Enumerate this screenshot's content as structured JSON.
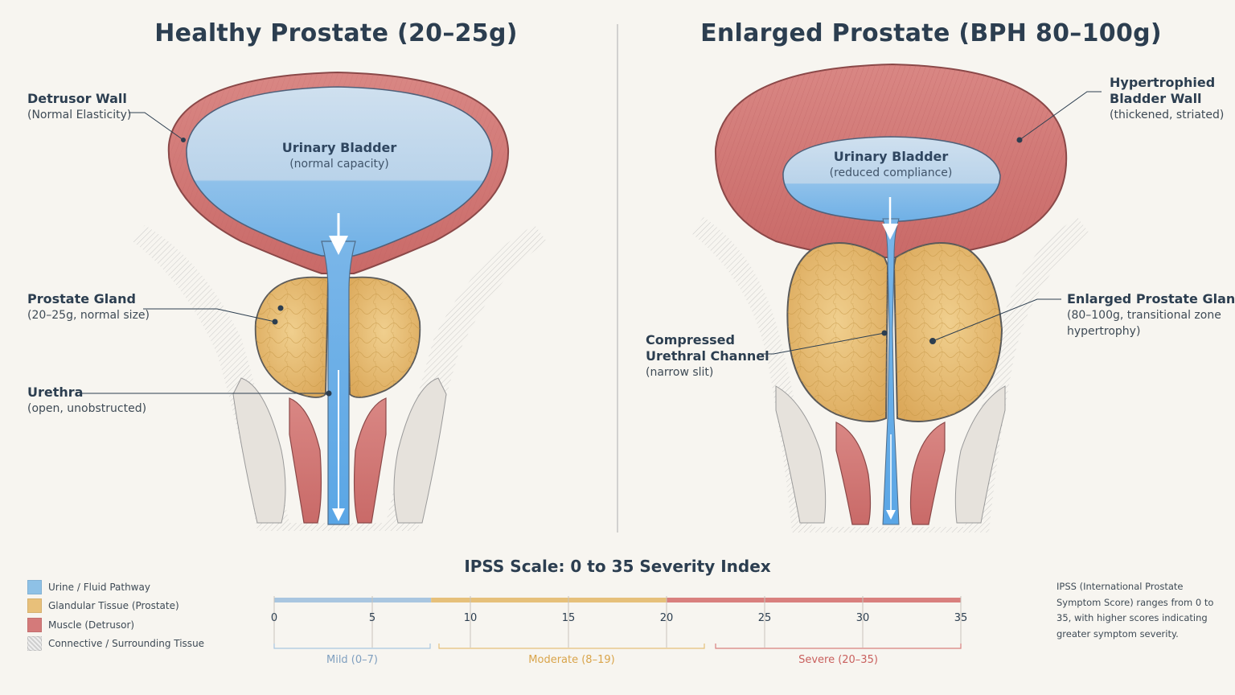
{
  "left_panel": {
    "title": "Healthy Prostate (20–25g)",
    "bladder_label": "Urinary Bladder",
    "bladder_sub": "(normal capacity)",
    "labels": [
      {
        "title": "Detrusor Wall",
        "sub": "(Normal Elasticity)"
      },
      {
        "title": "Prostate Gland",
        "sub": "(20–25g, normal size)"
      },
      {
        "title": "Urethra",
        "sub": "(open, unobstructed)"
      }
    ]
  },
  "right_panel": {
    "title": "Enlarged Prostate (BPH 80–100g)",
    "bladder_label": "Urinary Bladder",
    "bladder_sub": "(reduced compliance)",
    "wall_label": {
      "title_line1": "Hypertrophied",
      "title_line2": "Bladder Wall",
      "sub": "(thickened, striated)"
    },
    "gland_label": {
      "title": "Enlarged Prostate Gland",
      "sub_line1": "(80–100g, transitional zone",
      "sub_line2": "hypertrophy)"
    },
    "channel_label": {
      "title_line1": "Compressed",
      "title_line2": "Urethral Channel",
      "sub": "(narrow slit)"
    }
  },
  "legend": [
    {
      "label": "Urine / Fluid Pathway",
      "color": "#8ec1e6"
    },
    {
      "label": "Glandular Tissue (Prostate)",
      "color": "#e8c07a"
    },
    {
      "label": "Muscle (Detrusor)",
      "color": "#d47a7a"
    },
    {
      "label": "Connective / Surrounding Tissue",
      "color": "#cfcfcf"
    }
  ],
  "scale": {
    "title": "IPSS Scale: 0 to 35 Severity Index",
    "min": 0,
    "max": 35,
    "ticks": [
      0,
      5,
      10,
      15,
      20,
      25,
      30,
      35
    ],
    "bands": [
      {
        "label": "Mild (0–7)",
        "from": 0,
        "to": 8,
        "color": "#a9c6e0",
        "text_color": "#7f9fbf"
      },
      {
        "label": "Moderate (8–19)",
        "from": 8,
        "to": 20,
        "color": "#e6c07a",
        "text_color": "#d9a44a"
      },
      {
        "label": "Severe (20–35)",
        "from": 20,
        "to": 35,
        "color": "#d9807e",
        "text_color": "#c9605e"
      }
    ],
    "note": "IPSS (International Prostate Symptom Score) ranges from 0 to 35, with higher scores indicating greater symptom severity."
  }
}
